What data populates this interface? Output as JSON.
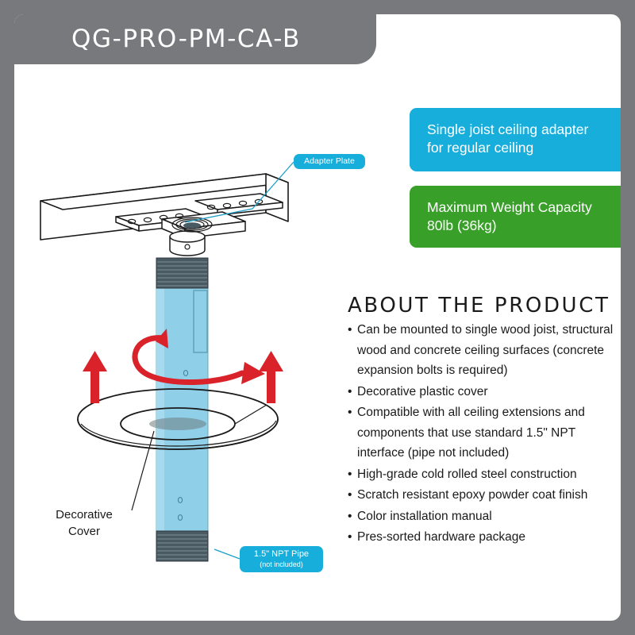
{
  "banner": {
    "title": "QG-PRO-PM-CA-B"
  },
  "callouts": [
    {
      "id": "blue",
      "color": "#18aedc",
      "lines": [
        "Single joist ceiling adapter",
        "for regular ceiling"
      ]
    },
    {
      "id": "green",
      "color": "#38a028",
      "lines": [
        "Maximum Weight Capacity",
        "80lb (36kg)"
      ]
    }
  ],
  "about": {
    "heading": "ABOUT THE PRODUCT",
    "bullets": [
      "Can be mounted to single wood joist, structural wood and concrete ceiling surfaces (concrete expansion bolts is required)",
      "Decorative plastic cover",
      "Compatible with all ceiling extensions and components that use standard 1.5\" NPT interface (pipe not included)",
      "High-grade cold rolled steel construction",
      "Scratch resistant epoxy powder coat finish",
      "Color installation manual",
      "Pres-sorted hardware package"
    ]
  },
  "diagram": {
    "labels": {
      "adapter_plate": "Adapter Plate",
      "npt_pipe_line1": "1.5\" NPT Pipe",
      "npt_pipe_line2": "(not included)",
      "decorative_cover_line1": "Decorative",
      "decorative_cover_line2": "Cover"
    },
    "colors": {
      "frame": "#77797c",
      "pipe_body": "#8fcfe8",
      "pipe_thread": "#4a5a62",
      "arrow_red": "#d92229",
      "leader_line": "#1f9fc6",
      "outline": "#1a1a1a"
    }
  }
}
